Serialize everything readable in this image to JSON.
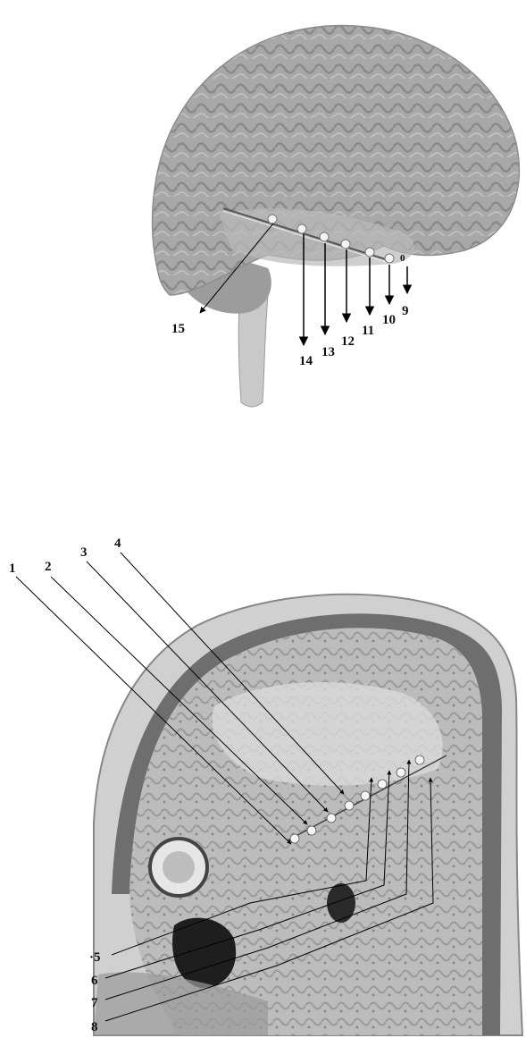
{
  "top_figure": {
    "labels": [
      {
        "id": "9",
        "text": "9"
      },
      {
        "id": "10",
        "text": "10"
      },
      {
        "id": "11",
        "text": "11"
      },
      {
        "id": "12",
        "text": "12"
      },
      {
        "id": "13",
        "text": "13"
      },
      {
        "id": "14",
        "text": "14"
      },
      {
        "id": "15",
        "text": "15"
      }
    ],
    "electrode_tick": "0"
  },
  "bottom_figure": {
    "labels": [
      {
        "id": "1",
        "text": "1"
      },
      {
        "id": "2",
        "text": "2"
      },
      {
        "id": "3",
        "text": "3"
      },
      {
        "id": "4",
        "text": "4"
      },
      {
        "id": "5",
        "text": "·5"
      },
      {
        "id": "6",
        "text": "6"
      },
      {
        "id": "7",
        "text": "7"
      },
      {
        "id": "8",
        "text": "8"
      }
    ]
  },
  "colors": {
    "brain_surface": "#a9a9a9",
    "brain_shadow": "#7d7d7d",
    "scalp": "#cfcfcf",
    "skull": "#6e6e6e",
    "tissue": "#bdbdbd",
    "dark_tissue": "#2a2a2a",
    "electrode": "#f2f2f2"
  }
}
